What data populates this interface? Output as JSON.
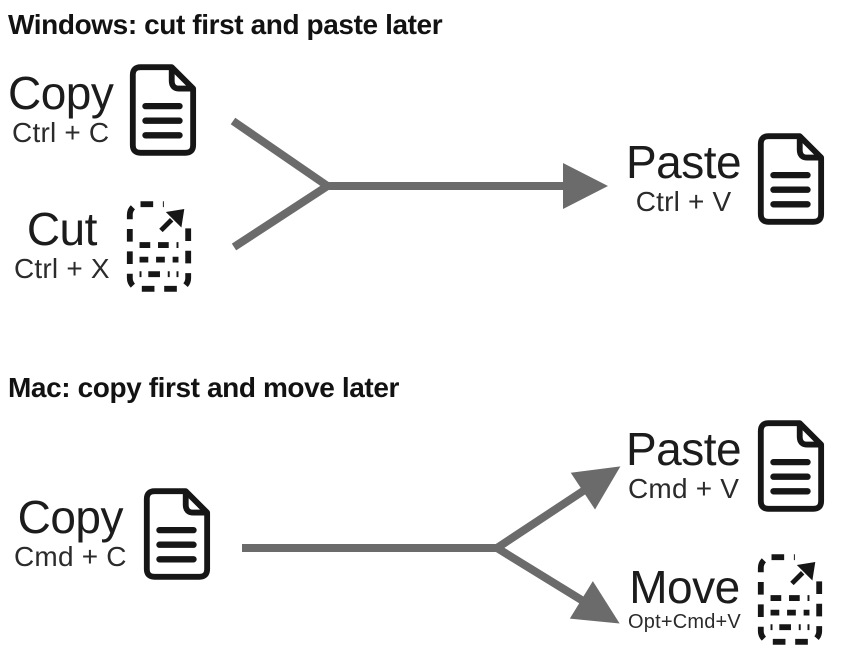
{
  "colors": {
    "arrow": "#6b6b6b",
    "ink": "#161616"
  },
  "sections": {
    "windows": {
      "heading": "Windows: cut first and paste later",
      "items": {
        "copy": {
          "label": "Copy",
          "shortcut": "Ctrl + C",
          "icon": "document"
        },
        "cut": {
          "label": "Cut",
          "shortcut": "Ctrl + X",
          "icon": "document-dashed"
        },
        "paste": {
          "label": "Paste",
          "shortcut": "Ctrl + V",
          "icon": "document"
        }
      }
    },
    "mac": {
      "heading": "Mac: copy first and move later",
      "items": {
        "copy": {
          "label": "Copy",
          "shortcut": "Cmd + C",
          "icon": "document"
        },
        "paste": {
          "label": "Paste",
          "shortcut": "Cmd + V",
          "icon": "document"
        },
        "move": {
          "label": "Move",
          "shortcut": "Opt+Cmd+V",
          "icon": "document-dashed"
        }
      }
    }
  }
}
